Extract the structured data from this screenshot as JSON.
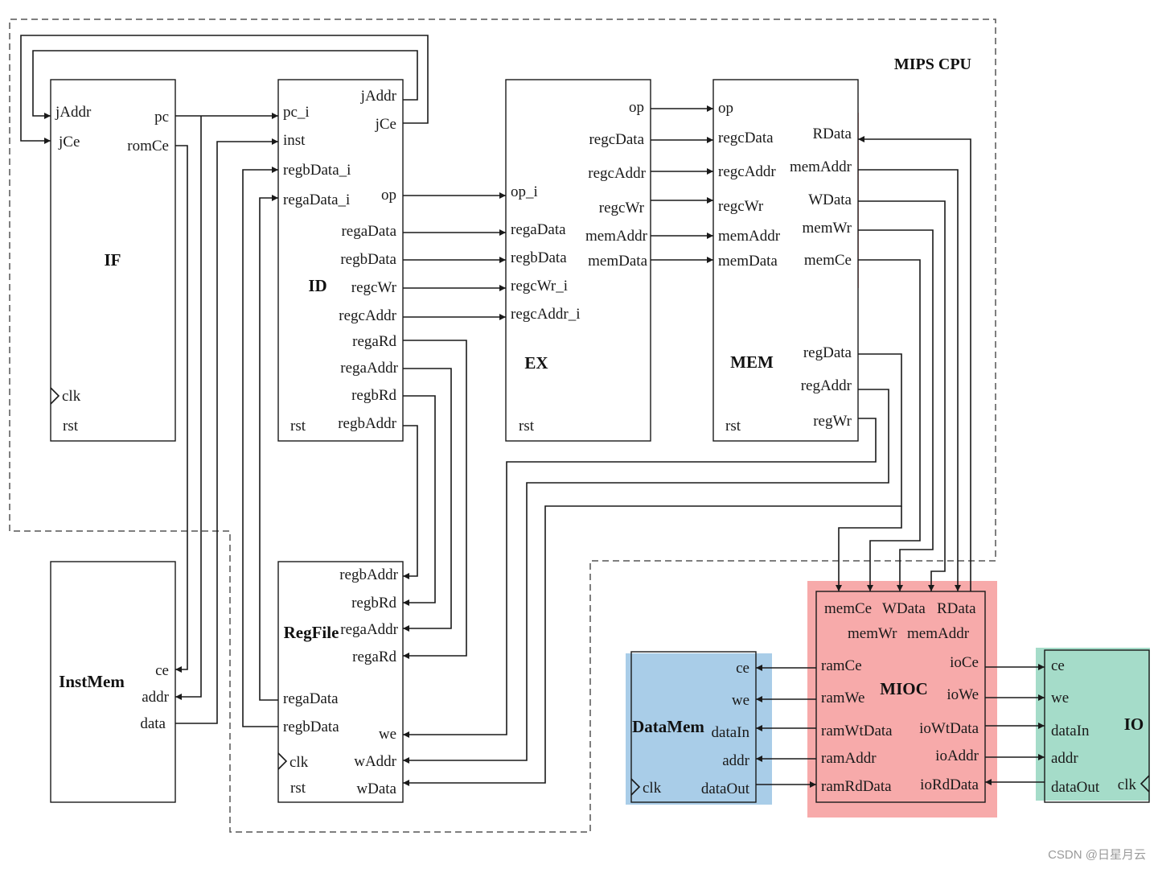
{
  "title": "MIPS CPU",
  "watermark": "CSDN @日星月云",
  "colors": {
    "pink": "#f7aaaa",
    "blue": "#a9cde8",
    "green": "#a5dcc9",
    "wire": "#1a1a1a"
  },
  "blocks": {
    "if": {
      "name": "IF",
      "ports": {
        "jaddr": "jAddr",
        "jce": "jCe",
        "pc": "pc",
        "romce": "romCe",
        "clk": "clk",
        "rst": "rst"
      }
    },
    "id": {
      "name": "ID",
      "ports": {
        "pc_i": "pc_i",
        "inst": "inst",
        "regbdata_i": "regbData_i",
        "regadata_i": "regaData_i",
        "jaddr": "jAddr",
        "jce": "jCe",
        "op": "op",
        "regadata": "regaData",
        "regbdata": "regbData",
        "regcwr": "regcWr",
        "regcaddr": "regcAddr",
        "regard": "regaRd",
        "regaaddr": "regaAddr",
        "regbrd": "regbRd",
        "regbaddr": "regbAddr",
        "rst": "rst"
      }
    },
    "ex": {
      "name": "EX",
      "ports": {
        "op_i": "op_i",
        "regadata": "regaData",
        "regbdata": "regbData",
        "regcwr_i": "regcWr_i",
        "regcaddr_i": "regcAddr_i",
        "op": "op",
        "regcdata": "regcData",
        "regcaddr": "regcAddr",
        "regcwr": "regcWr",
        "memaddr": "memAddr",
        "memdata": "memData",
        "rst": "rst"
      }
    },
    "mem": {
      "name": "MEM",
      "ports": {
        "op": "op",
        "regcdata": "regcData",
        "regcaddr": "regcAddr",
        "regcwr": "regcWr",
        "memaddr": "memAddr",
        "memdata": "memData",
        "rdata": "RData",
        "memaddr_o": "memAddr",
        "wdata": "WData",
        "memwr": "memWr",
        "memce": "memCe",
        "regdata": "regData",
        "regaddr": "regAddr",
        "regwr": "regWr",
        "rst": "rst"
      }
    },
    "instmem": {
      "name": "InstMem",
      "ports": {
        "ce": "ce",
        "addr": "addr",
        "data": "data"
      }
    },
    "regfile": {
      "name": "RegFile",
      "ports": {
        "regbaddr": "regbAddr",
        "regbrd": "regbRd",
        "regaaddr": "regaAddr",
        "regard": "regaRd",
        "regadata": "regaData",
        "regbdata": "regbData",
        "clk": "clk",
        "rst": "rst",
        "we": "we",
        "waddr": "wAddr",
        "wdata": "wData"
      }
    },
    "miox": {
      "name": "MIOC",
      "ports": {
        "memce": "memCe",
        "wdata": "WData",
        "rdata": "RData",
        "memwr": "memWr",
        "memaddr": "memAddr",
        "ramce": "ramCe",
        "ramwe": "ramWe",
        "ramwtdata": "ramWtData",
        "ramaddr": "ramAddr",
        "ramrddata": "ramRdData",
        "ioce": "ioCe",
        "iowe": "ioWe",
        "iowtdata": "ioWtData",
        "ioaddr": "ioAddr",
        "iorddata": "ioRdData"
      }
    },
    "datamem": {
      "name": "DataMem",
      "ports": {
        "ce": "ce",
        "we": "we",
        "datain": "dataIn",
        "addr": "addr",
        "dataout": "dataOut",
        "clk": "clk"
      }
    },
    "io": {
      "name": "IO",
      "ports": {
        "ce": "ce",
        "we": "we",
        "datain": "dataIn",
        "addr": "addr",
        "dataout": "dataOut",
        "clk": "clk"
      }
    }
  }
}
